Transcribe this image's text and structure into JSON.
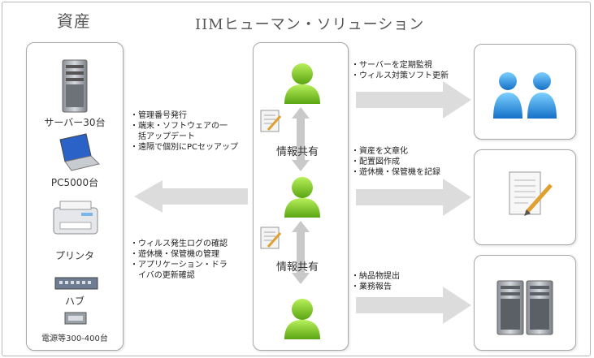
{
  "header": {
    "assets_title": "資産",
    "company_title": "IIMヒューマン・ソリューション"
  },
  "assets": [
    {
      "label": "サーバー30台",
      "icon": "server-tower-icon"
    },
    {
      "label": "PC5000台",
      "icon": "laptop-icon"
    },
    {
      "label": "プリンタ",
      "icon": "printer-icon"
    },
    {
      "label": "ハブ",
      "icon": "network-hub-icon"
    },
    {
      "label": "電源等300-400台",
      "icon": "power-device-icon"
    }
  ],
  "left_actions": {
    "top": [
      "管理番号発行",
      "端末・ソフトウェアの一括アップデート",
      "遠隔で個別にPCセッアップ"
    ],
    "bottom": [
      "ウィルス発生ログの確認",
      "遊休機・保管機の管理",
      "アプリケーション・ドライバの更新確認"
    ]
  },
  "left_actions_display": {
    "top": [
      "管理番号発行",
      "端末・ソフトウェアの一",
      "括アップデート",
      "遠隔で個別にPCセッアップ"
    ],
    "bottom": [
      "ウィルス発生ログの確認",
      "遊休機・保管機の管理",
      "アプリケーション・ドラ",
      "イバの更新確認"
    ]
  },
  "info_share": [
    "情報共有",
    "情報共有"
  ],
  "right_actions": [
    [
      "サーバーを定期監視",
      "ウィルス対策ソフト更新"
    ],
    [
      "資産を文章化",
      "配置図作成",
      "遊休機・保管機を記録"
    ],
    [
      "納品物提出",
      "業務報告"
    ]
  ],
  "colors": {
    "person_green": "#7cc31e",
    "person_blue": "#1f8fe0",
    "arrow_gray": "#dcdcdc",
    "panel_border": "#a9a9a9"
  }
}
